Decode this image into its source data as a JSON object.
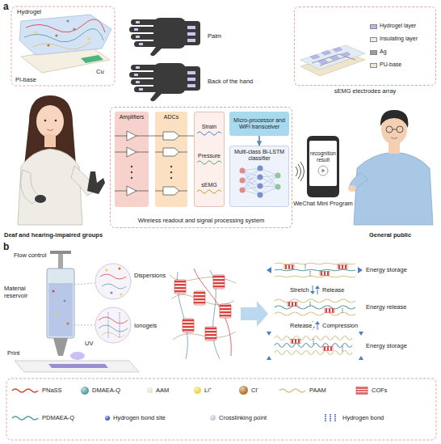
{
  "diagram": {
    "nodes": [
      {
        "text": [
          "sEMG electrodes array"
        ]
      },
      {
        "text": [
          "Wireless readout and signal processing system"
        ]
      },
      {
        "text": [
          "Amplifiers"
        ],
        "in": 1
      },
      {
        "text": [
          "ADCs"
        ],
        "in": 1
      },
      {
        "text": [
          "Strain",
          "Pressure",
          "sEMG"
        ],
        "in": 1
      },
      {
        "text": [
          "Micro-processor and WiFi transceiver"
        ],
        "in": 1
      },
      {
        "text": [
          "Multi-class Bi-LSTM classifier"
        ],
        "in": 1
      },
      {
        "text": [
          "recognition result",
          "WeChat Mini Program"
        ]
      }
    ],
    "edges": [
      {
        "from": 2,
        "to": 3,
        "arrow": "none"
      },
      {
        "from": 3,
        "to": 4,
        "arrow": "none"
      },
      {
        "from": 5,
        "to": 6,
        "arrow": "to"
      }
    ],
    "labels": [
      "a",
      "Hydrogel",
      "PI-base",
      "Cu",
      "Palm",
      "Back of the hand",
      "Deaf and hearing-impaired groups",
      "General public",
      "b",
      "Flow control",
      "Material reservoir",
      "Print",
      "UV",
      "Dispersions",
      "Ionogels",
      "Energy storage",
      "Stretch",
      "Release",
      "Energy release",
      "Release",
      "Compression",
      "Energy storage"
    ],
    "legend": [
      {
        "text": "Hydrogel layer",
        "color": "#b9b6ea"
      },
      {
        "text": "Insulating layer",
        "color": "#e2ecf2"
      },
      {
        "text": "Ag",
        "color": "#9a9a9a"
      },
      {
        "text": "PU-base",
        "color": "#efe4cc"
      },
      {
        "text": "PNaSS"
      },
      {
        "text": "DMAEA-Q",
        "color": "#5e9ea8"
      },
      {
        "text": "AAM",
        "color": "#ece2c2"
      },
      {
        "text": "Li⁺",
        "color": "#f0d44a"
      },
      {
        "text": "Cl⁻",
        "color": "#b8782e"
      },
      {
        "text": "PAAM"
      },
      {
        "text": "COFs"
      },
      {
        "text": "PDMAEA-Q"
      },
      {
        "text": "Hydrogen bond site",
        "color": "#3b5bb5"
      },
      {
        "text": "Crosslinking point",
        "color": "#c9c9de"
      },
      {
        "text": "Hydrogen bond"
      }
    ]
  }
}
